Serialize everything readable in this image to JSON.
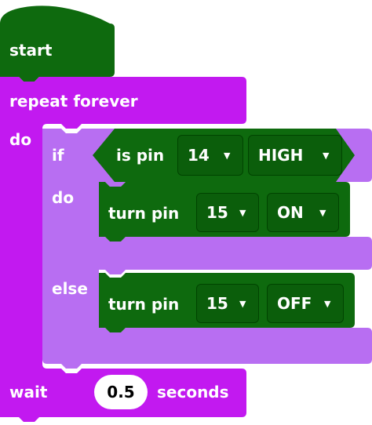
{
  "workspace": {
    "colors": {
      "start_block": "#0e6a0e",
      "loop_block": "#c219f0",
      "if_block": "#b86ef2",
      "action_block": "#0e6a0e",
      "dropdown_bg": "#0b5e0b"
    },
    "start_block": {
      "label": "start"
    },
    "repeat_block": {
      "label": "repeat forever",
      "do_label": "do"
    },
    "if_block": {
      "if_label": "if",
      "do_label": "do",
      "else_label": "else",
      "condition": {
        "label": "is pin",
        "pin_value": "14",
        "state_value": "HIGH"
      }
    },
    "then_action": {
      "label": "turn pin",
      "pin_value": "15",
      "state_value": "ON"
    },
    "else_action": {
      "label": "turn pin",
      "pin_value": "15",
      "state_value": "OFF"
    },
    "wait_block": {
      "label": "wait",
      "value": "0.5",
      "unit_label": "seconds"
    },
    "dropdown_caret": "▼"
  }
}
